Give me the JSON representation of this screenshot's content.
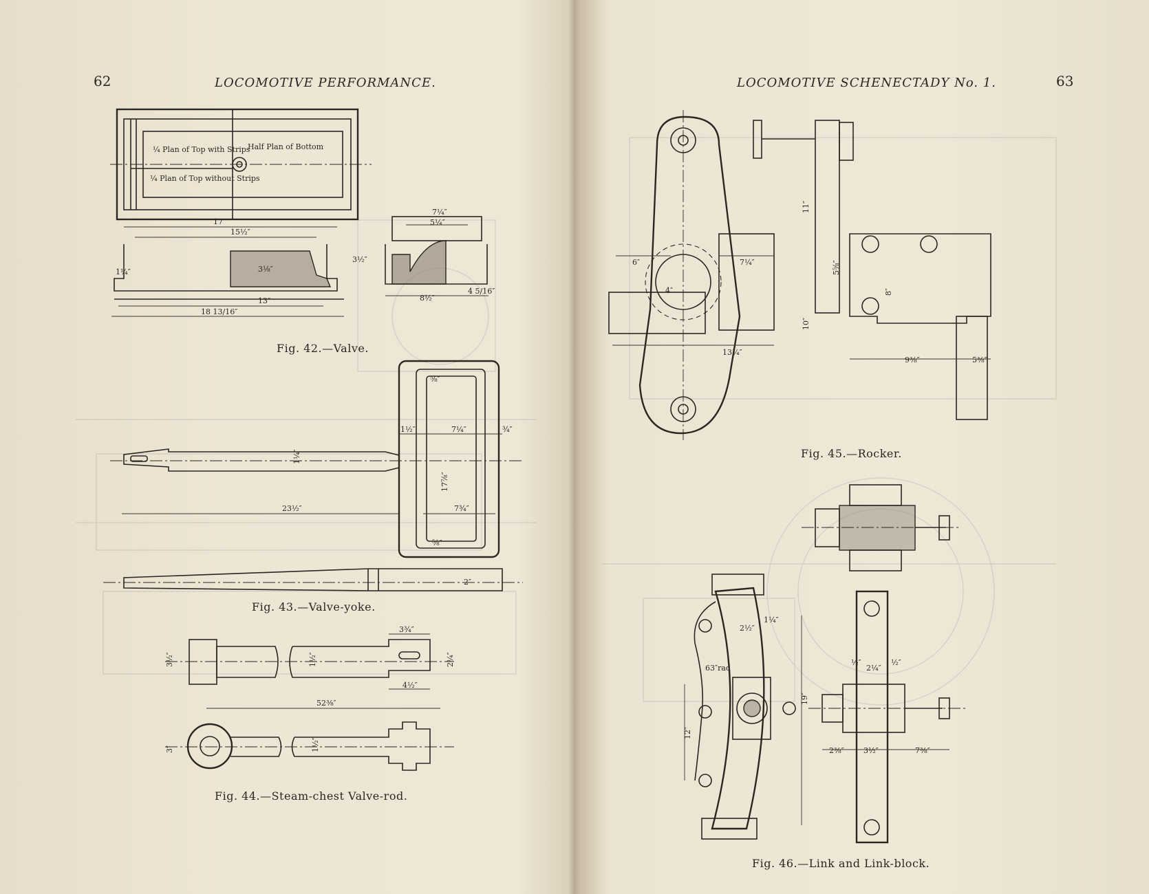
{
  "left_page": {
    "page_number": "62",
    "running_head": "LOCOMOTIVE PERFORMANCE.",
    "figures": [
      {
        "caption": "Fig. 42.—Valve.",
        "labels": {
          "quarter_with_strips": "¼ Plan of Top with Strips",
          "quarter_without_strips": "¼ Plan of Top without Strips",
          "half_bottom": "Half Plan of Bottom"
        },
        "dimensions": {
          "d17": "17″",
          "d15h": "15½″",
          "d7q": "7¼″",
          "d5q": "5¼″",
          "d3q": "3⅛″",
          "d3h": "3½″",
          "d1q": "1¼″",
          "d13": "13″",
          "d18": "18 13/16″",
          "d8h": "8½″",
          "d4": "4 5/16″"
        }
      },
      {
        "caption": "Fig. 43.—Valve-yoke.",
        "dimensions": {
          "d5e": "⅝″",
          "d1h": "1½″",
          "d7q": "7¼″",
          "d3q": "¾″",
          "d1q": "1¼″",
          "d17": "17⅞″",
          "d23": "23½″",
          "d7r": "7¾″",
          "d5e2": "⅝″",
          "d2": "2″"
        }
      },
      {
        "caption": "Fig. 44.—Steam-chest Valve-rod.",
        "dimensions": {
          "d3q": "3¾″",
          "d3h": "3½″",
          "d1h": "1½″",
          "d2q": "2¼″",
          "d4h": "4½″",
          "d52": "52⅜″",
          "d3": "3″",
          "d1h2": "1½″"
        }
      }
    ]
  },
  "right_page": {
    "page_number": "63",
    "running_head": "LOCOMOTIVE SCHENECTADY No. 1.",
    "figures": [
      {
        "caption": "Fig. 45.—Rocker.",
        "dimensions": {
          "d6": "6″",
          "d7q": "7¼″",
          "d11": "11″",
          "d5e": "5⅝″",
          "d8": "8″",
          "d10": "10″",
          "d13q": "13¼″",
          "d9": "9⅜″",
          "d5": "5⅜″",
          "d4": "4″"
        }
      },
      {
        "caption": "Fig. 46.—Link and Link-block.",
        "dimensions": {
          "d2h": "2½″",
          "d1q": "1¼″",
          "rad": "63″rad",
          "d19": "19″",
          "d12": "12″",
          "d2q": "2¼″",
          "d2e": "2⅜″",
          "d3h": "3½″",
          "d7e": "7⅜″",
          "dh1": "½″",
          "dh2": "½″"
        }
      }
    ]
  }
}
